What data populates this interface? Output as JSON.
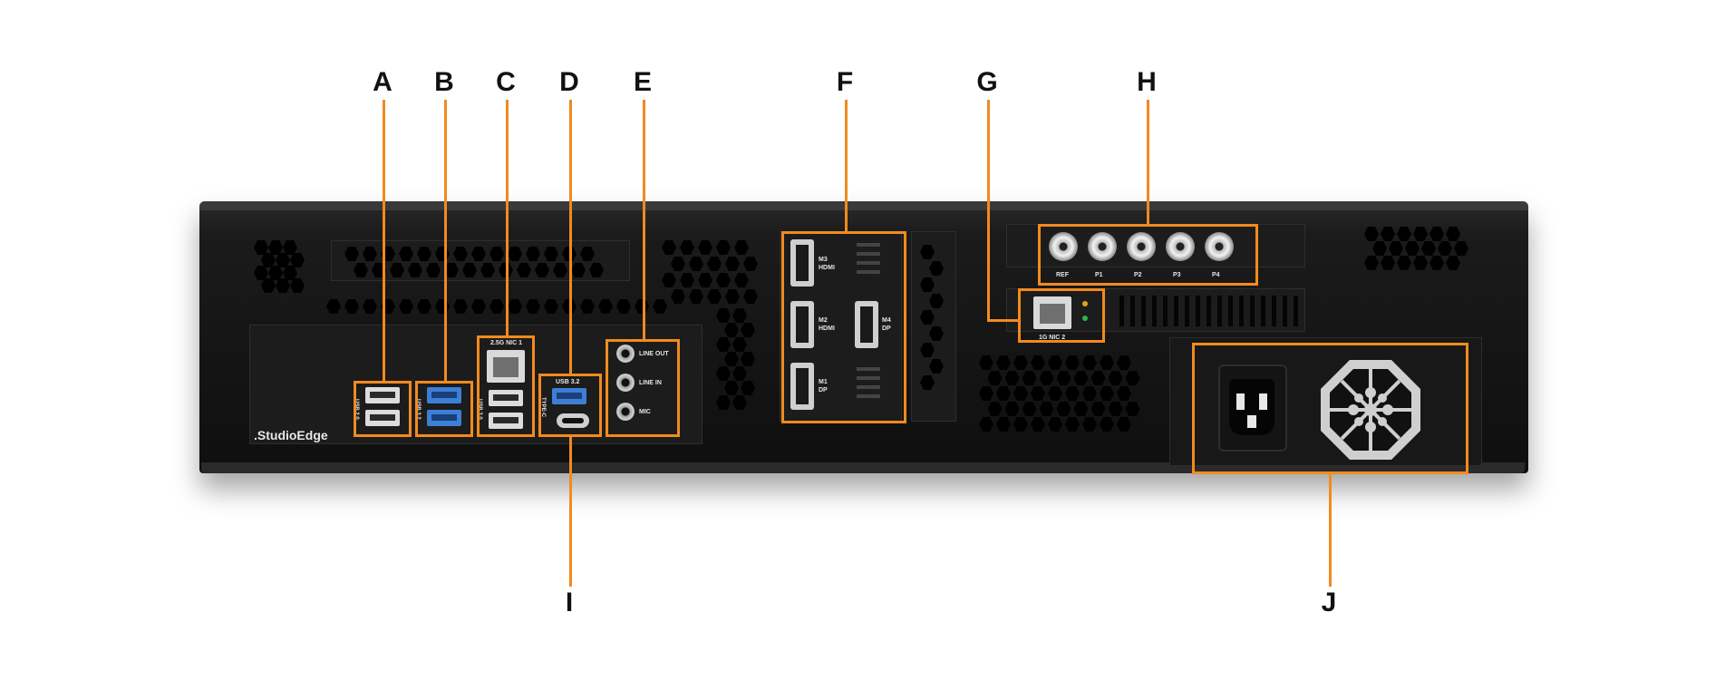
{
  "diagram": {
    "brand_label": ".StudioEdge",
    "callouts": [
      "A",
      "B",
      "C",
      "D",
      "E",
      "F",
      "G",
      "H",
      "I",
      "J"
    ],
    "port_labels": {
      "usb_a": "USB 2.0",
      "usb_b": "USB 3.2",
      "usb_c": "USB 3.0",
      "nic1": "2.5G NIC 1",
      "usb_d_top": "USB 3.2",
      "typec": "TYPE-C",
      "line_out": "LINE OUT",
      "line_in": "LINE IN",
      "mic": "MIC",
      "m3": "M3",
      "m3_type": "HDMI",
      "m2": "M2",
      "m2_type": "HDMI",
      "m1": "M1",
      "m1_type": "DP",
      "m4": "M4",
      "m4_type": "DP",
      "nic2": "1G NIC 2",
      "bnc": [
        "REF",
        "P1",
        "P2",
        "P3",
        "P4"
      ]
    },
    "colors": {
      "callout": "#f28a1e",
      "chassis": "#141414",
      "usb_blue": "#3d7fd6"
    }
  }
}
